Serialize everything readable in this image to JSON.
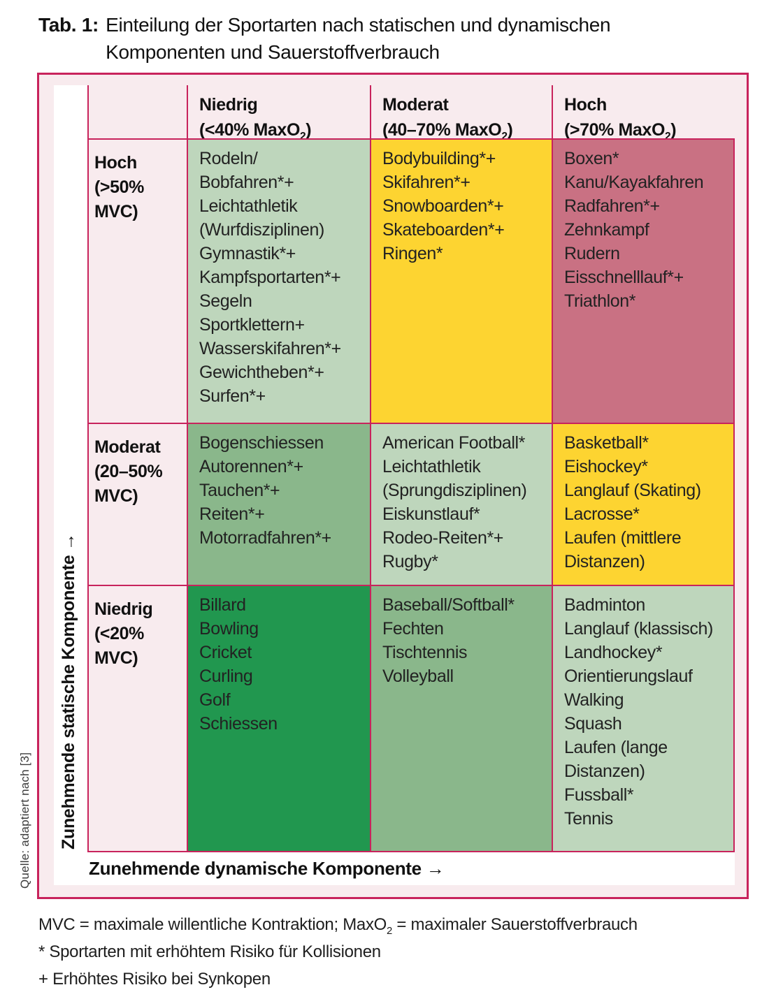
{
  "title": {
    "label": "Tab. 1:",
    "line1": "Einteilung der Sportarten nach statischen und dynamischen",
    "line2": "Komponenten und Sauerstoffverbrauch"
  },
  "source": "Quelle: adaptiert nach [3]",
  "axes": {
    "static_axis": "Zunehmende statische Komponente →",
    "dynamic_axis": "Zunehmende dynamische Komponente →"
  },
  "colors": {
    "crimson_border": "#c8235c",
    "background_pink": "#f8ebee",
    "light_green": "#bed6bc",
    "medium_green": "#8ab78b",
    "dark_green": "#21974f",
    "yellow": "#fdd431",
    "rose": "#c97183",
    "text": "#222222"
  },
  "columns": [
    {
      "title": "Niedrig",
      "range_pre": "(<40% MaxO",
      "range_sub": "2",
      "range_post": ")"
    },
    {
      "title": "Moderat",
      "range_pre": "(40–70% MaxO",
      "range_sub": "2",
      "range_post": ")"
    },
    {
      "title": "Hoch",
      "range_pre": "(>70% MaxO",
      "range_sub": "2",
      "range_post": ")"
    }
  ],
  "rows": [
    {
      "title": "Hoch",
      "range_lines": [
        "(>50%",
        "MVC)"
      ],
      "cells": [
        {
          "color": "light_green",
          "lines": [
            "Rodeln/",
            "Bobfahren*+",
            "Leichtathletik",
            "(Wurfdisziplinen)",
            "Gymnastik*+",
            "Kampfsportarten*+",
            "Segeln",
            "Sportklettern+",
            "Wasserskifahren*+",
            "Gewichtheben*+",
            "Surfen*+"
          ]
        },
        {
          "color": "yellow",
          "lines": [
            "Bodybuilding*+",
            "Skifahren*+",
            "Snowboarden*+",
            "Skateboarden*+",
            "Ringen*"
          ]
        },
        {
          "color": "rose",
          "lines": [
            "Boxen*",
            "Kanu/Kayakfahren",
            "Radfahren*+",
            "Zehnkampf",
            "Rudern",
            "Eisschnelllauf*+",
            "Triathlon*"
          ]
        }
      ]
    },
    {
      "title": "Moderat",
      "range_lines": [
        "(20–50%",
        "MVC)"
      ],
      "cells": [
        {
          "color": "medium_green",
          "lines": [
            "Bogenschiessen",
            "Autorennen*+",
            "Tauchen*+",
            "Reiten*+",
            "Motorradfahren*+"
          ]
        },
        {
          "color": "light_green",
          "lines": [
            "American Football*",
            "Leichtathletik",
            "(Sprungdisziplinen)",
            "Eiskunstlauf*",
            "Rodeo-Reiten*+",
            "Rugby*"
          ]
        },
        {
          "color": "yellow",
          "lines": [
            "Basketball*",
            "Eishockey*",
            "Langlauf (Skating)",
            "Lacrosse*",
            "Laufen (mittlere",
            "Distanzen)"
          ]
        }
      ]
    },
    {
      "title": "Niedrig",
      "range_lines": [
        "(<20%",
        "MVC)"
      ],
      "cells": [
        {
          "color": "dark_green",
          "lines": [
            "Billard",
            "Bowling",
            "Cricket",
            "Curling",
            "Golf",
            "Schiessen"
          ]
        },
        {
          "color": "medium_green",
          "lines": [
            "Baseball/Softball*",
            "Fechten",
            "Tischtennis",
            "Volleyball"
          ]
        },
        {
          "color": "light_green",
          "lines": [
            "Badminton",
            "Langlauf (klassisch)",
            "Landhockey*",
            "Orientierungslauf",
            "Walking",
            "Squash",
            "Laufen (lange",
            "Distanzen)",
            "Fussball*",
            "Tennis"
          ]
        }
      ]
    }
  ],
  "footnotes": {
    "line1_pre": "MVC = maximale willentliche Kontraktion; MaxO",
    "line1_sub": "2",
    "line1_post": " = maximaler Sauerstoffverbrauch",
    "line2": "* Sportarten mit erhöhtem Risiko für Kollisionen",
    "line3": "+ Erhöhtes Risiko bei Synkopen"
  }
}
